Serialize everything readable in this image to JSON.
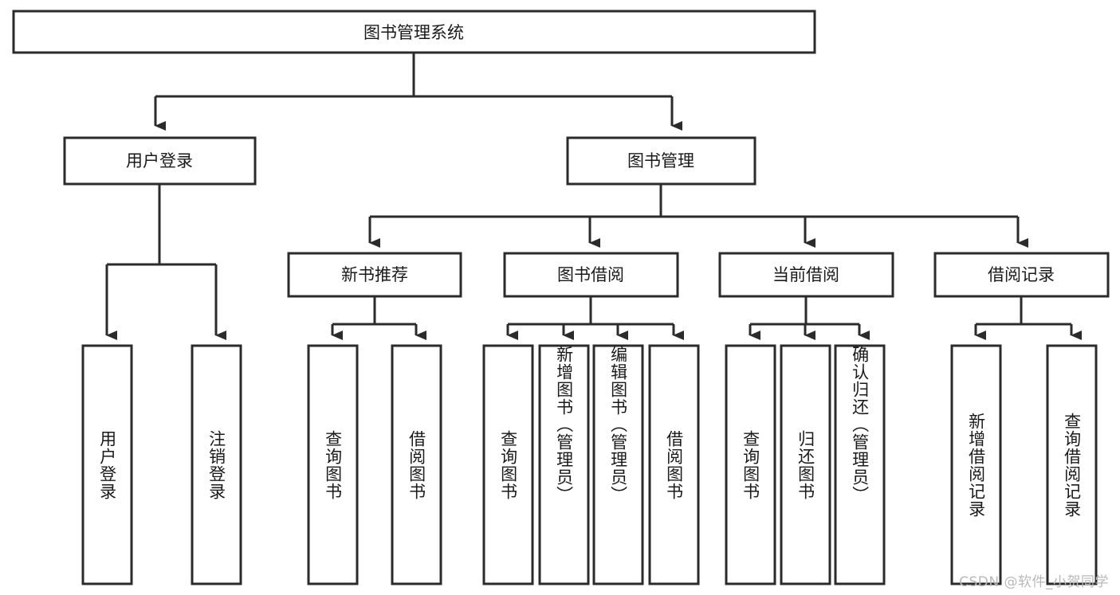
{
  "diagram": {
    "type": "hierarchy-tree",
    "title": "图书管理系统",
    "watermark": "CSDN @软件_小贺同学",
    "colors": {
      "stroke": "#2b2b2b",
      "fill": "#ffffff",
      "text": "#1a1a1a",
      "watermark": "#b9b9b9",
      "background": "#ffffff"
    },
    "nodes": {
      "root": {
        "label": "图书管理系统",
        "orientation": "horizontal"
      },
      "level2": [
        {
          "id": "user-login",
          "label": "用户登录",
          "orientation": "horizontal"
        },
        {
          "id": "book-management",
          "label": "图书管理",
          "orientation": "horizontal"
        }
      ],
      "level3": [
        {
          "id": "new-book-recommend",
          "label": "新书推荐",
          "orientation": "horizontal"
        },
        {
          "id": "book-borrow",
          "label": "图书借阅",
          "orientation": "horizontal"
        },
        {
          "id": "current-borrow",
          "label": "当前借阅",
          "orientation": "horizontal"
        },
        {
          "id": "borrow-record",
          "label": "借阅记录",
          "orientation": "horizontal"
        }
      ],
      "leaves": {
        "user-login": [
          {
            "id": "leaf-user-login",
            "label": "用户登录",
            "orientation": "vertical"
          },
          {
            "id": "leaf-user-logout",
            "label": "注销登录",
            "orientation": "vertical"
          }
        ],
        "new-book-recommend": [
          {
            "id": "leaf-query-book-1",
            "label": "查询图书",
            "orientation": "vertical"
          },
          {
            "id": "leaf-borrow-book-1",
            "label": "借阅图书",
            "orientation": "vertical"
          }
        ],
        "book-borrow": [
          {
            "id": "leaf-query-book-2",
            "label": "查询图书",
            "orientation": "vertical"
          },
          {
            "id": "leaf-add-book",
            "label": "新增图书（管理员）",
            "orientation": "vertical"
          },
          {
            "id": "leaf-edit-book",
            "label": "编辑图书（管理员）",
            "orientation": "vertical"
          },
          {
            "id": "leaf-borrow-book-2",
            "label": "借阅图书",
            "orientation": "vertical"
          }
        ],
        "current-borrow": [
          {
            "id": "leaf-query-book-3",
            "label": "查询图书",
            "orientation": "vertical"
          },
          {
            "id": "leaf-return-book",
            "label": "归还图书",
            "orientation": "vertical"
          },
          {
            "id": "leaf-confirm-return",
            "label": "确认归还（管理员）",
            "orientation": "vertical"
          }
        ],
        "borrow-record": [
          {
            "id": "leaf-add-record",
            "label": "新增借阅记录",
            "orientation": "vertical"
          },
          {
            "id": "leaf-query-record",
            "label": "查询借阅记录",
            "orientation": "vertical"
          }
        ]
      }
    }
  }
}
